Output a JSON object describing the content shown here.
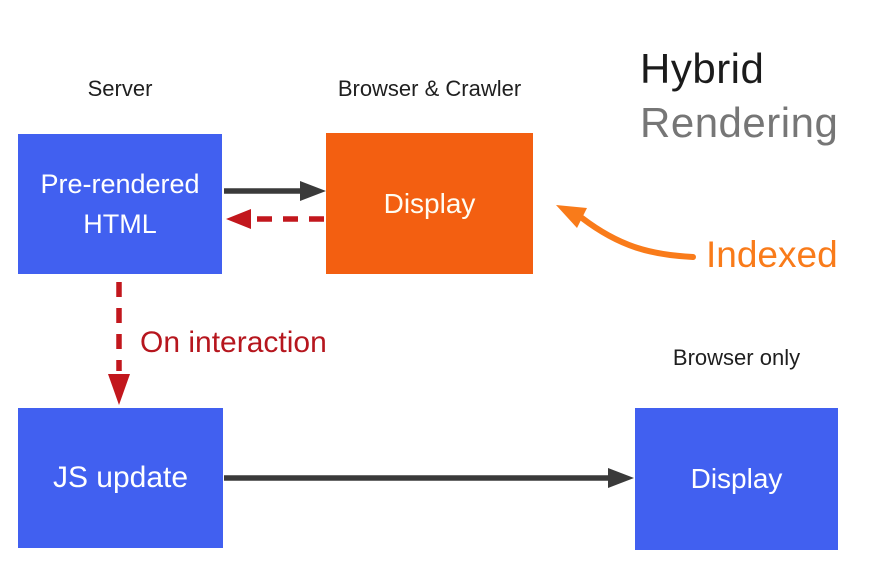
{
  "title": {
    "line1": "Hybrid",
    "line2": "Rendering"
  },
  "labels": {
    "server": "Server",
    "browser_crawler": "Browser & Crawler",
    "browser_only": "Browser only"
  },
  "boxes": {
    "prerendered_html": "Pre-rendered HTML",
    "display_top": "Display",
    "js_update": "JS update",
    "display_bottom": "Display"
  },
  "annotations": {
    "on_interaction": "On interaction",
    "indexed": "Indexed"
  },
  "colors": {
    "box_blue": "#4160F0",
    "box_orange": "#F35F11",
    "accent_orange": "#F97B1A",
    "accent_red": "#B6161E",
    "arrow_red": "#C2171D",
    "arrow_black": "#3A3A3A",
    "title_black": "#1B1B1B",
    "title_gray": "#767676",
    "label_color": "#1F1F1F"
  }
}
